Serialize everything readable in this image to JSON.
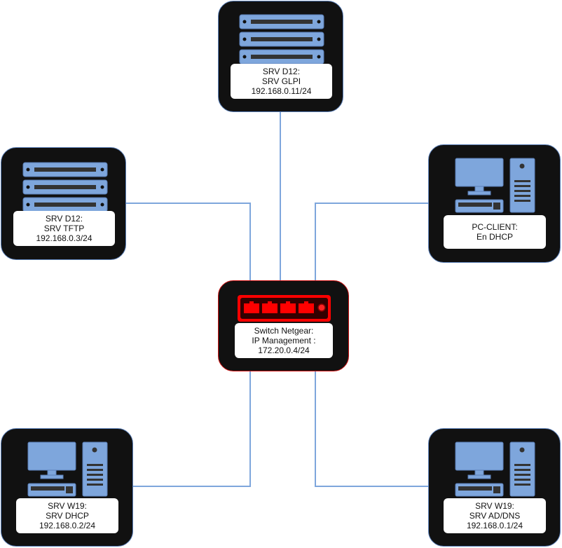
{
  "colors": {
    "link": "#7ea6dc",
    "node_bg": "#111111",
    "node_border": "#5a7fb8",
    "switch_border": "#cc1111",
    "server_icon": "#7ea6dc",
    "switch_icon": "#ff0000"
  },
  "nodes": {
    "srv_glpi": {
      "icon": "rack-server-icon",
      "lines": [
        "SRV D12:",
        "SRV GLPI",
        "192.168.0.11/24"
      ]
    },
    "srv_tftp": {
      "icon": "rack-server-icon",
      "lines": [
        "SRV D12:",
        "SRV TFTP",
        "192.168.0.3/24"
      ]
    },
    "pc_client": {
      "icon": "desktop-pc-icon",
      "lines": [
        "PC-CLIENT:",
        "En DHCP"
      ]
    },
    "switch": {
      "icon": "network-switch-icon",
      "lines": [
        "Switch Netgear:",
        "IP Management :",
        "172.20.0.4/24"
      ]
    },
    "srv_dhcp": {
      "icon": "desktop-pc-icon",
      "lines": [
        "SRV W19:",
        "SRV DHCP",
        "192.168.0.2/24"
      ]
    },
    "srv_addns": {
      "icon": "desktop-pc-icon",
      "lines": [
        "SRV W19:",
        "SRV AD/DNS",
        "192.168.0.1/24"
      ]
    }
  }
}
